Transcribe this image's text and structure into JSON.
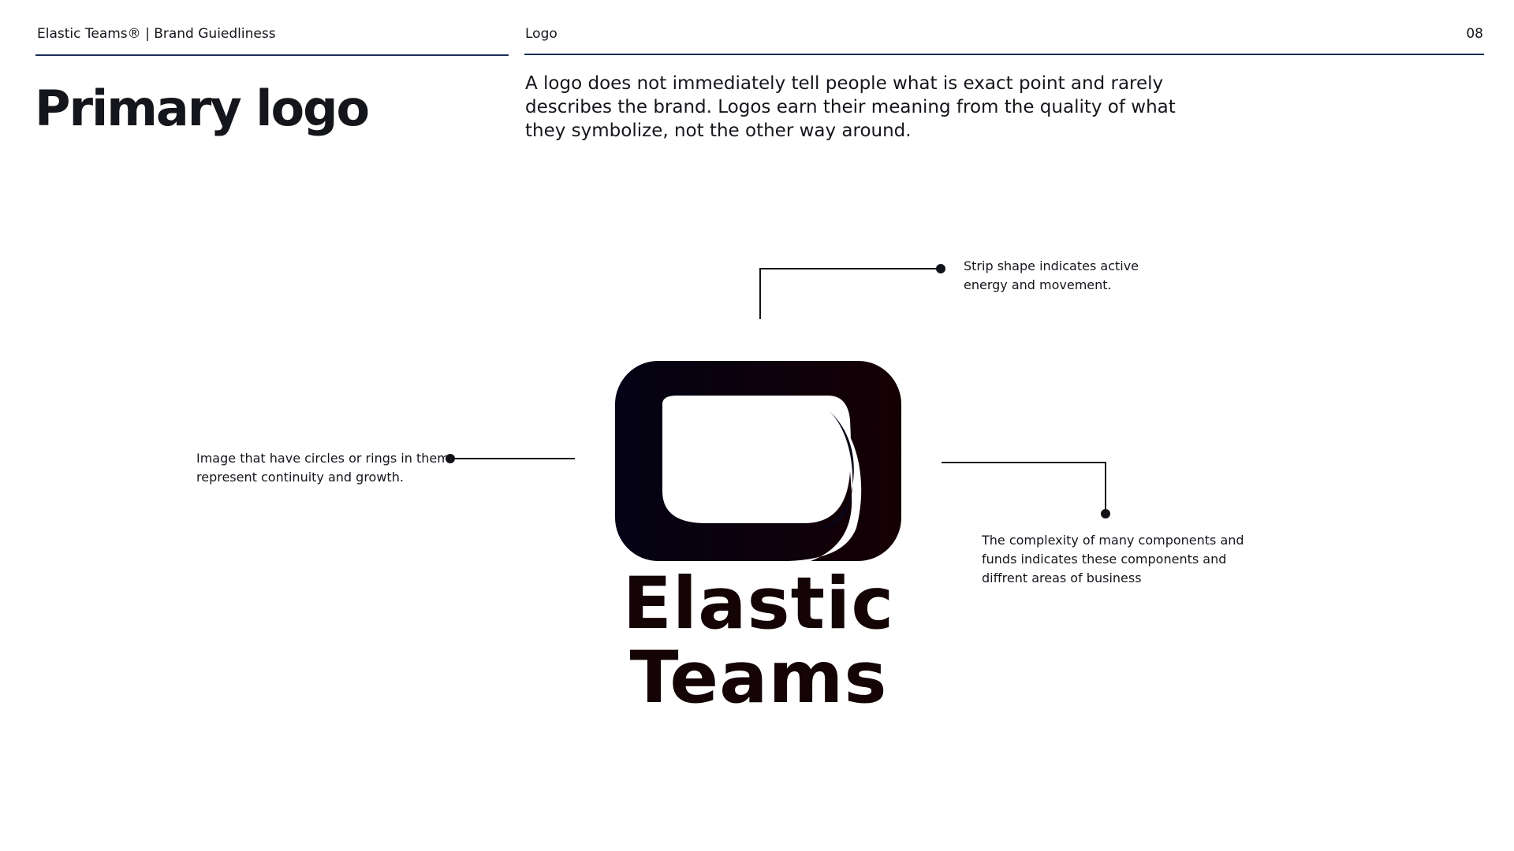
{
  "header": {
    "brand": "Elastic Teams® | Brand Guiedliness",
    "section": "Logo",
    "page_number": "08"
  },
  "title": "Primary logo",
  "intro": "A logo does not immediately tell people what is exact point and rarely describes the brand. Logos earn their meaning from the quality of what they symbolize, not the other way around.",
  "callouts": {
    "strip": "Strip shape indicates active energy and movement.",
    "circles": "Image that have circles or rings in them represent continuity and growth.",
    "complexity": "The complexity of many components and funds indicates these components and diffrent areas of business"
  },
  "logo": {
    "line1": "Elastic",
    "line2": "Teams",
    "colors": {
      "dark_navy": "#030214",
      "dark_maroon": "#150004",
      "white": "#ffffff"
    }
  }
}
